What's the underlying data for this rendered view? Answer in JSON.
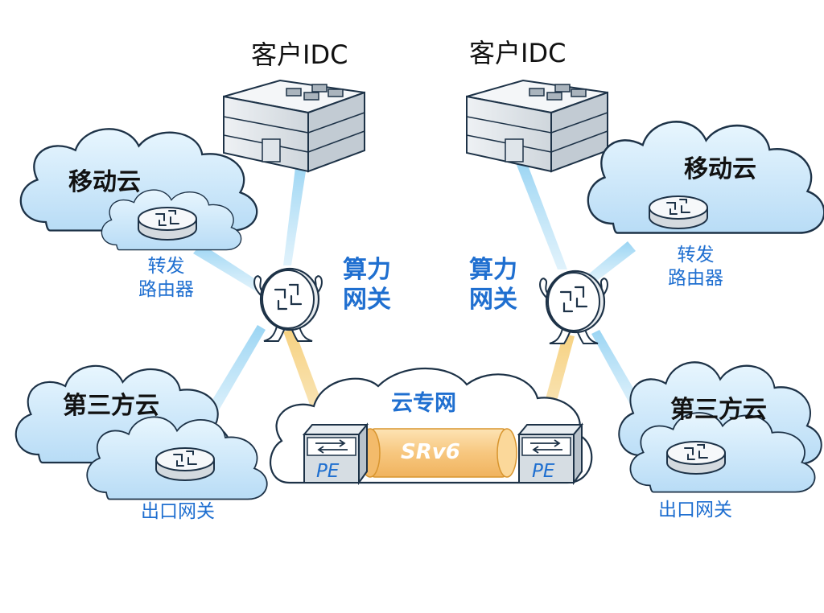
{
  "idc_left": {
    "label": "客户IDC"
  },
  "idc_right": {
    "label": "客户IDC"
  },
  "mobile_cloud_left": {
    "label": "移动云",
    "router_label": "转发\n路由器"
  },
  "mobile_cloud_right": {
    "label": "移动云",
    "router_label": "转发\n路由器"
  },
  "third_cloud_left": {
    "label": "第三方云",
    "router_label": "出口网关"
  },
  "third_cloud_right": {
    "label": "第三方云",
    "router_label": "出口网关"
  },
  "gateway_left": {
    "label": "算力\n网关"
  },
  "gateway_right": {
    "label": "算力\n网关"
  },
  "private_network": {
    "label": "云专网",
    "tunnel_label": "SRv6",
    "pe_left": "PE",
    "pe_right": "PE"
  },
  "colors": {
    "cloud_fill": "#cfe9fb",
    "cloud_outline": "#1d3247",
    "accent_blue": "#1f6fd0",
    "tunnel_orange": "#f7c77f",
    "link_blue": "#a9dcf5",
    "link_orange": "#f2c46a",
    "building_fill": "#dfe5ea"
  },
  "icons": [
    "router-icon",
    "gateway-mascot-icon",
    "pe-switch-icon",
    "building-icon",
    "cloud-icon"
  ]
}
